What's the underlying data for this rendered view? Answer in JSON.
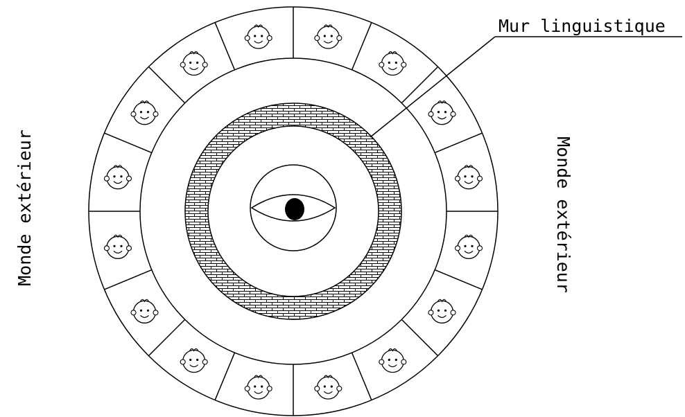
{
  "labels": {
    "wall": "Mur linguistique",
    "outer_left": "Monde extérieur",
    "outer_right": "Monde extérieur"
  },
  "colors": {
    "line": "#000000",
    "background": "#ffffff"
  },
  "icons": {
    "person": "baby-face-icon",
    "center": "eye-icon"
  },
  "ring": {
    "segments": 16,
    "faces": 16
  }
}
